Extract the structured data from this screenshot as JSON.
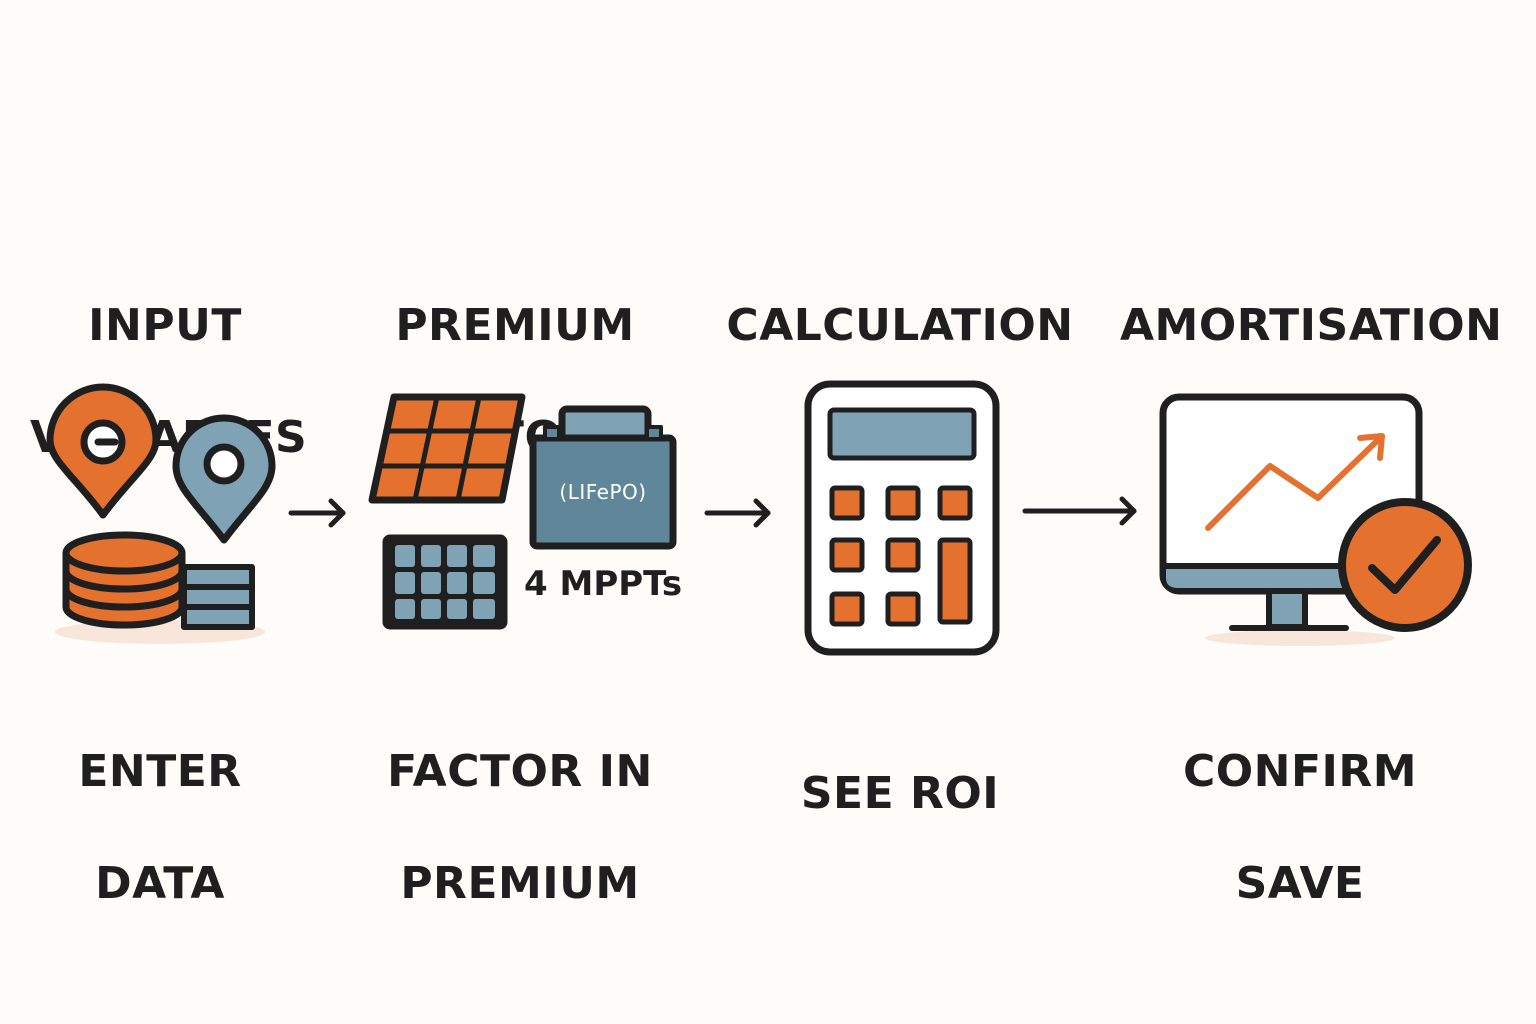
{
  "colors": {
    "background": "#fdfcf8",
    "orange": "#e5712f",
    "blue": "#7fa3b5",
    "outline": "#1f1f1f"
  },
  "steps": [
    {
      "title": [
        "INPUT",
        "VARIABLES"
      ],
      "caption": [
        "ENTER",
        "DATA"
      ],
      "icon": "location-pins-database-icon"
    },
    {
      "title": [
        "PREMIUM",
        "FACTORS"
      ],
      "caption": [
        "FACTOR IN",
        "PREMIUM"
      ],
      "icon": "solar-panel-battery-icon",
      "battery_label": "(LIFePO)",
      "mppt_label": "4 MPPTs"
    },
    {
      "title": [
        "CALCULATION"
      ],
      "caption": [
        "SEE ROI"
      ],
      "icon": "calculator-icon"
    },
    {
      "title": [
        "AMORTISATION",
        "RESULT"
      ],
      "caption": [
        "CONFIRM",
        "SAVE"
      ],
      "icon": "monitor-chart-check-icon"
    }
  ],
  "connectors": [
    "arrow-right-icon",
    "arrow-right-icon",
    "arrow-right-icon"
  ]
}
